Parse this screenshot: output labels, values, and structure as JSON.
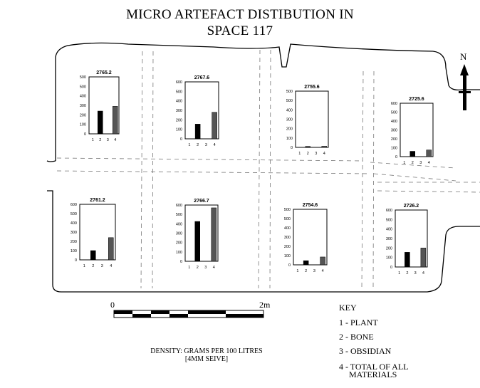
{
  "title_line1": "MICRO ARTEFACT DISTIBUTION IN",
  "title_line2": "SPACE 117",
  "north_label": "N",
  "scale": {
    "start_label": "0",
    "end_label": "2m"
  },
  "density_line1": "DENSITY: GRAMS PER 100 LITRES",
  "density_line2": "[4MM SEIVE]",
  "key": {
    "heading": "KEY",
    "items": [
      "1 - PLANT",
      "2 - BONE",
      "3 - OBSIDIAN",
      "4 - TOTAL OF ALL",
      "MATERIALS"
    ]
  },
  "chart_data": [
    {
      "type": "bar",
      "title": "2765.2",
      "categories": [
        "1",
        "2",
        "3",
        "4"
      ],
      "values": [
        0,
        240,
        0,
        290
      ],
      "ylim": [
        0,
        600
      ],
      "yticks": [
        "0",
        "100",
        "200",
        "300",
        "400",
        "500",
        "500"
      ]
    },
    {
      "type": "bar",
      "title": "2767.6",
      "categories": [
        "1",
        "2",
        "3",
        "4"
      ],
      "values": [
        0,
        155,
        0,
        280
      ],
      "ylim": [
        0,
        600
      ],
      "yticks": [
        "0",
        "100",
        "200",
        "300",
        "400",
        "500",
        "600"
      ]
    },
    {
      "type": "bar",
      "title": "2755.6",
      "categories": [
        "1",
        "2",
        "3",
        "4"
      ],
      "values": [
        0,
        10,
        0,
        12
      ],
      "ylim": [
        0,
        600
      ],
      "yticks": [
        "0",
        "100",
        "200",
        "300",
        "400",
        "500",
        "500"
      ]
    },
    {
      "type": "bar",
      "title": "2725.6",
      "categories": [
        "1",
        "2",
        "3",
        "4"
      ],
      "values": [
        0,
        60,
        0,
        75
      ],
      "ylim": [
        0,
        600
      ],
      "yticks": [
        "0",
        "100",
        "200",
        "300",
        "400",
        "500",
        "600"
      ]
    },
    {
      "type": "bar",
      "title": "2761.2",
      "categories": [
        "1",
        "2",
        "3",
        "4"
      ],
      "values": [
        0,
        100,
        0,
        240
      ],
      "ylim": [
        0,
        600
      ],
      "yticks": [
        "0",
        "100",
        "200",
        "300",
        "400",
        "500",
        "600"
      ]
    },
    {
      "type": "bar",
      "title": "2766.7",
      "categories": [
        "1",
        "2",
        "3",
        "4"
      ],
      "values": [
        0,
        425,
        0,
        570
      ],
      "ylim": [
        0,
        600
      ],
      "yticks": [
        "0",
        "100",
        "200",
        "300",
        "400",
        "500",
        "600"
      ]
    },
    {
      "type": "bar",
      "title": "2754.6",
      "categories": [
        "1",
        "2",
        "3",
        "4"
      ],
      "values": [
        0,
        45,
        0,
        85
      ],
      "ylim": [
        0,
        600
      ],
      "yticks": [
        "0",
        "100",
        "200",
        "300",
        "400",
        "500",
        "500"
      ]
    },
    {
      "type": "bar",
      "title": "2726.2",
      "categories": [
        "1",
        "2",
        "3",
        "4"
      ],
      "values": [
        0,
        155,
        0,
        200
      ],
      "ylim": [
        0,
        600
      ],
      "yticks": [
        "0",
        "100",
        "200",
        "300",
        "400",
        "500",
        "600"
      ]
    }
  ]
}
